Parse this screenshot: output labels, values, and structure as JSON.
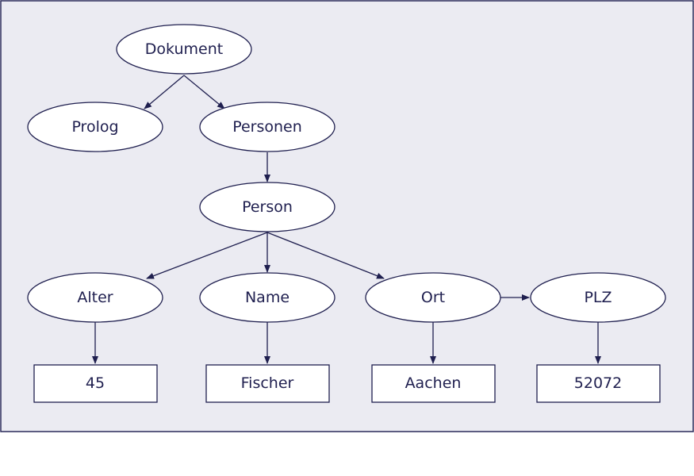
{
  "nodes": {
    "dokument": "Dokument",
    "prolog": "Prolog",
    "personen": "Personen",
    "person": "Person",
    "alter": "Alter",
    "name": "Name",
    "ort": "Ort",
    "plz": "PLZ",
    "value_alter": "45",
    "value_name": "Fischer",
    "value_ort": "Aachen",
    "value_plz": "52072"
  },
  "edges": [
    {
      "from": "Dokument",
      "to": "Prolog"
    },
    {
      "from": "Dokument",
      "to": "Personen"
    },
    {
      "from": "Personen",
      "to": "Person"
    },
    {
      "from": "Person",
      "to": "Alter"
    },
    {
      "from": "Person",
      "to": "Name"
    },
    {
      "from": "Person",
      "to": "Ort"
    },
    {
      "from": "Ort",
      "to": "PLZ"
    },
    {
      "from": "Alter",
      "to": "45"
    },
    {
      "from": "Name",
      "to": "Fischer"
    },
    {
      "from": "Ort",
      "to": "Aachen"
    },
    {
      "from": "PLZ",
      "to": "52072"
    }
  ],
  "colors": {
    "background": "#ebebf2",
    "stroke": "#1f1f4f"
  }
}
